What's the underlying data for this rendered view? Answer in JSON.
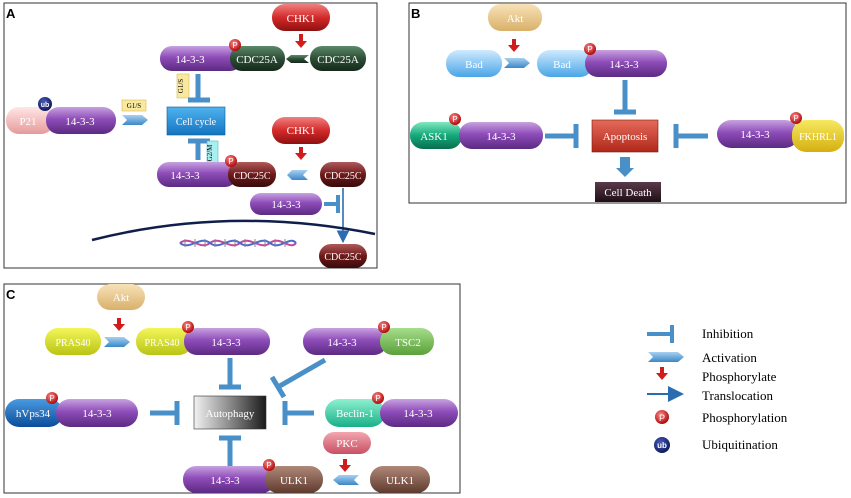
{
  "panels": {
    "a": "A",
    "b": "B",
    "c": "C"
  },
  "a": {
    "chk1_top": "CHK1",
    "p1433_cdc25a": "14-3-3",
    "cdc25a_p": "CDC25A",
    "cdc25a": "CDC25A",
    "g1s_vertical": "G1/S",
    "g1s_horizontal": "G1/S",
    "p21": "P21",
    "ub": "ub",
    "p21_1433": "14-3-3",
    "cell_cycle": "Cell cycle",
    "chk1_bottom": "CHK1",
    "g2m": "G2/M",
    "p1433_cdc25c": "14-3-3",
    "cdc25c_p": "CDC25C",
    "cdc25c": "CDC25C",
    "p1433_free": "14-3-3",
    "cdc25c_nucleus": "CDC25C"
  },
  "b": {
    "akt": "Akt",
    "bad": "Bad",
    "bad_p": "Bad",
    "bad_1433": "14-3-3",
    "ask1": "ASK1",
    "ask1_1433": "14-3-3",
    "apoptosis": "Apoptosis",
    "fkhrl1_1433": "14-3-3",
    "fkhrl1": "FKHRL1",
    "cell_death": "Cell Death"
  },
  "c": {
    "akt": "Akt",
    "pras40": "PRAS40",
    "pras40_p": "PRAS40",
    "pras40_1433": "14-3-3",
    "tsc2_1433": "14-3-3",
    "tsc2": "TSC2",
    "hvps34": "hVps34",
    "hvps34_1433": "14-3-3",
    "autophagy": "Autophagy",
    "beclin1": "Beclin-1",
    "beclin1_1433": "14-3-3",
    "pkc": "PKC",
    "ulk1_1433": "14-3-3",
    "ulk1_p": "ULK1",
    "ulk1": "ULK1"
  },
  "p_label": "P",
  "legend": {
    "inhibition": "Inhibition",
    "activation": "Activation",
    "phosphorylate": "Phosphorylate",
    "translocation": "Translocation",
    "phosphorylation": "Phosphorylation",
    "ubiquitination": "Ubiquitination",
    "p_symbol": "P",
    "ub_symbol": "ub"
  }
}
